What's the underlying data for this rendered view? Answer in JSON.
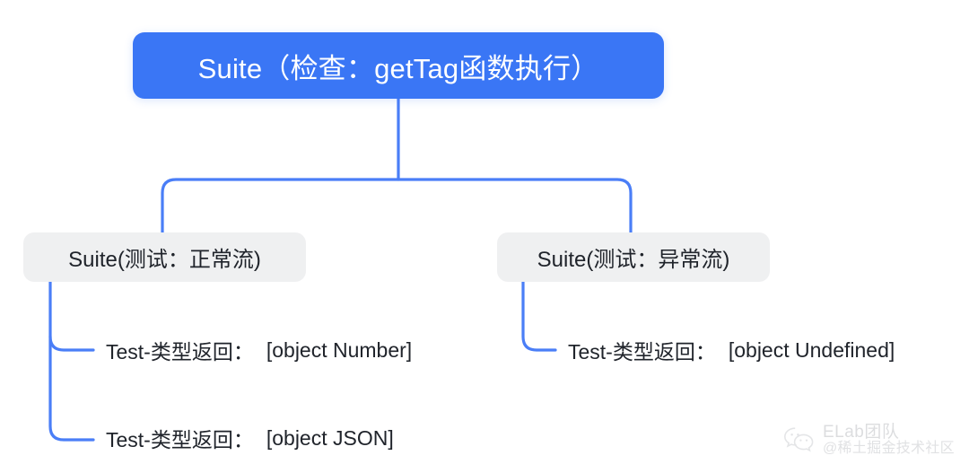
{
  "diagram": {
    "title": "getTag function test suite tree",
    "colors": {
      "root_fill": "#3a76f5",
      "branch_fill": "#eff0f1",
      "edge_stroke": "#4a7ef7",
      "text_dark": "#20242b",
      "text_light": "#ffffff",
      "background": "#ffffff"
    },
    "root": {
      "label": "Suite（检查：getTag函数执行）"
    },
    "branches": [
      {
        "label": "Suite(测试：正常流)",
        "leaves": [
          {
            "prefix": "Test-类型返回：",
            "value": "[object Number]"
          },
          {
            "prefix": "Test-类型返回：",
            "value": "[object JSON]"
          }
        ]
      },
      {
        "label": "Suite(测试：异常流)",
        "leaves": [
          {
            "prefix": "Test-类型返回：",
            "value": "[object Undefined]"
          }
        ]
      }
    ]
  },
  "watermark": {
    "icon": "wechat-icon",
    "line1": "ELab团队",
    "line2": "@稀土掘金技术社区"
  }
}
